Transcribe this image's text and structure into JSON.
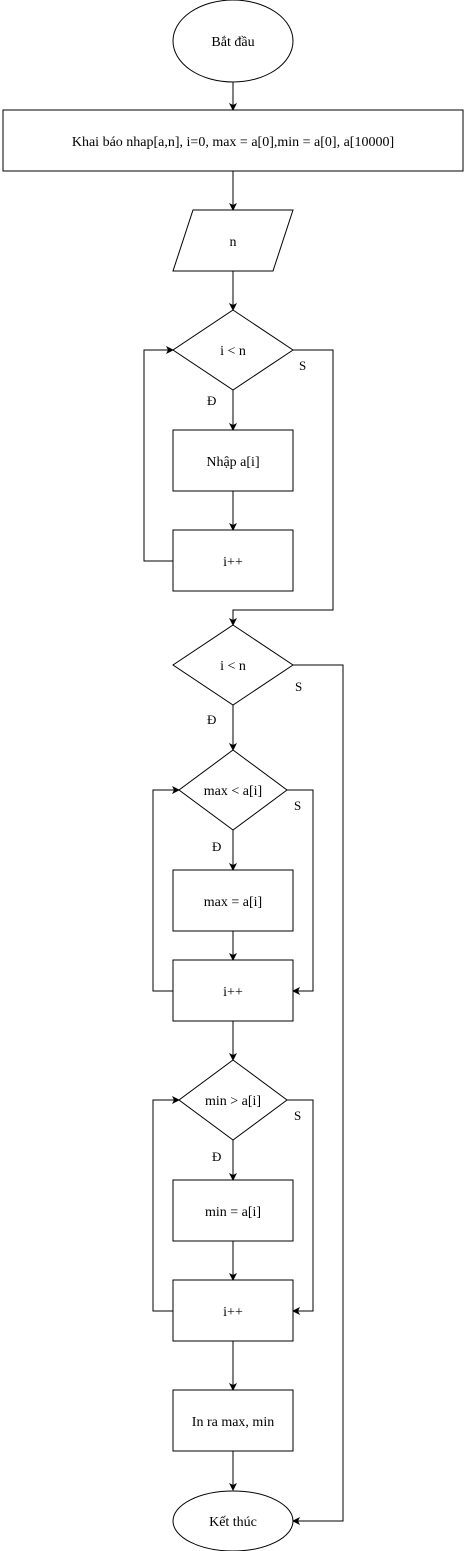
{
  "nodes": {
    "start": "Bắt đầu",
    "declare": "Khai báo nhap[a,n], i=0, max = a[0],min = a[0], a[10000]",
    "input_n": "n",
    "loop1_cond": "i < n",
    "input_ai": "Nhập a[i]",
    "loop1_inc": "i++",
    "loop2_cond": "i < n",
    "max_cond": "max < a[i]",
    "max_assign": "max = a[i]",
    "max_inc": "i++",
    "min_cond": "min > a[i]",
    "min_assign": "min = a[i]",
    "min_inc": "i++",
    "output": "In ra max, min",
    "end": "Kết thúc"
  },
  "edge_labels": {
    "yes": "Đ",
    "no": "S"
  }
}
